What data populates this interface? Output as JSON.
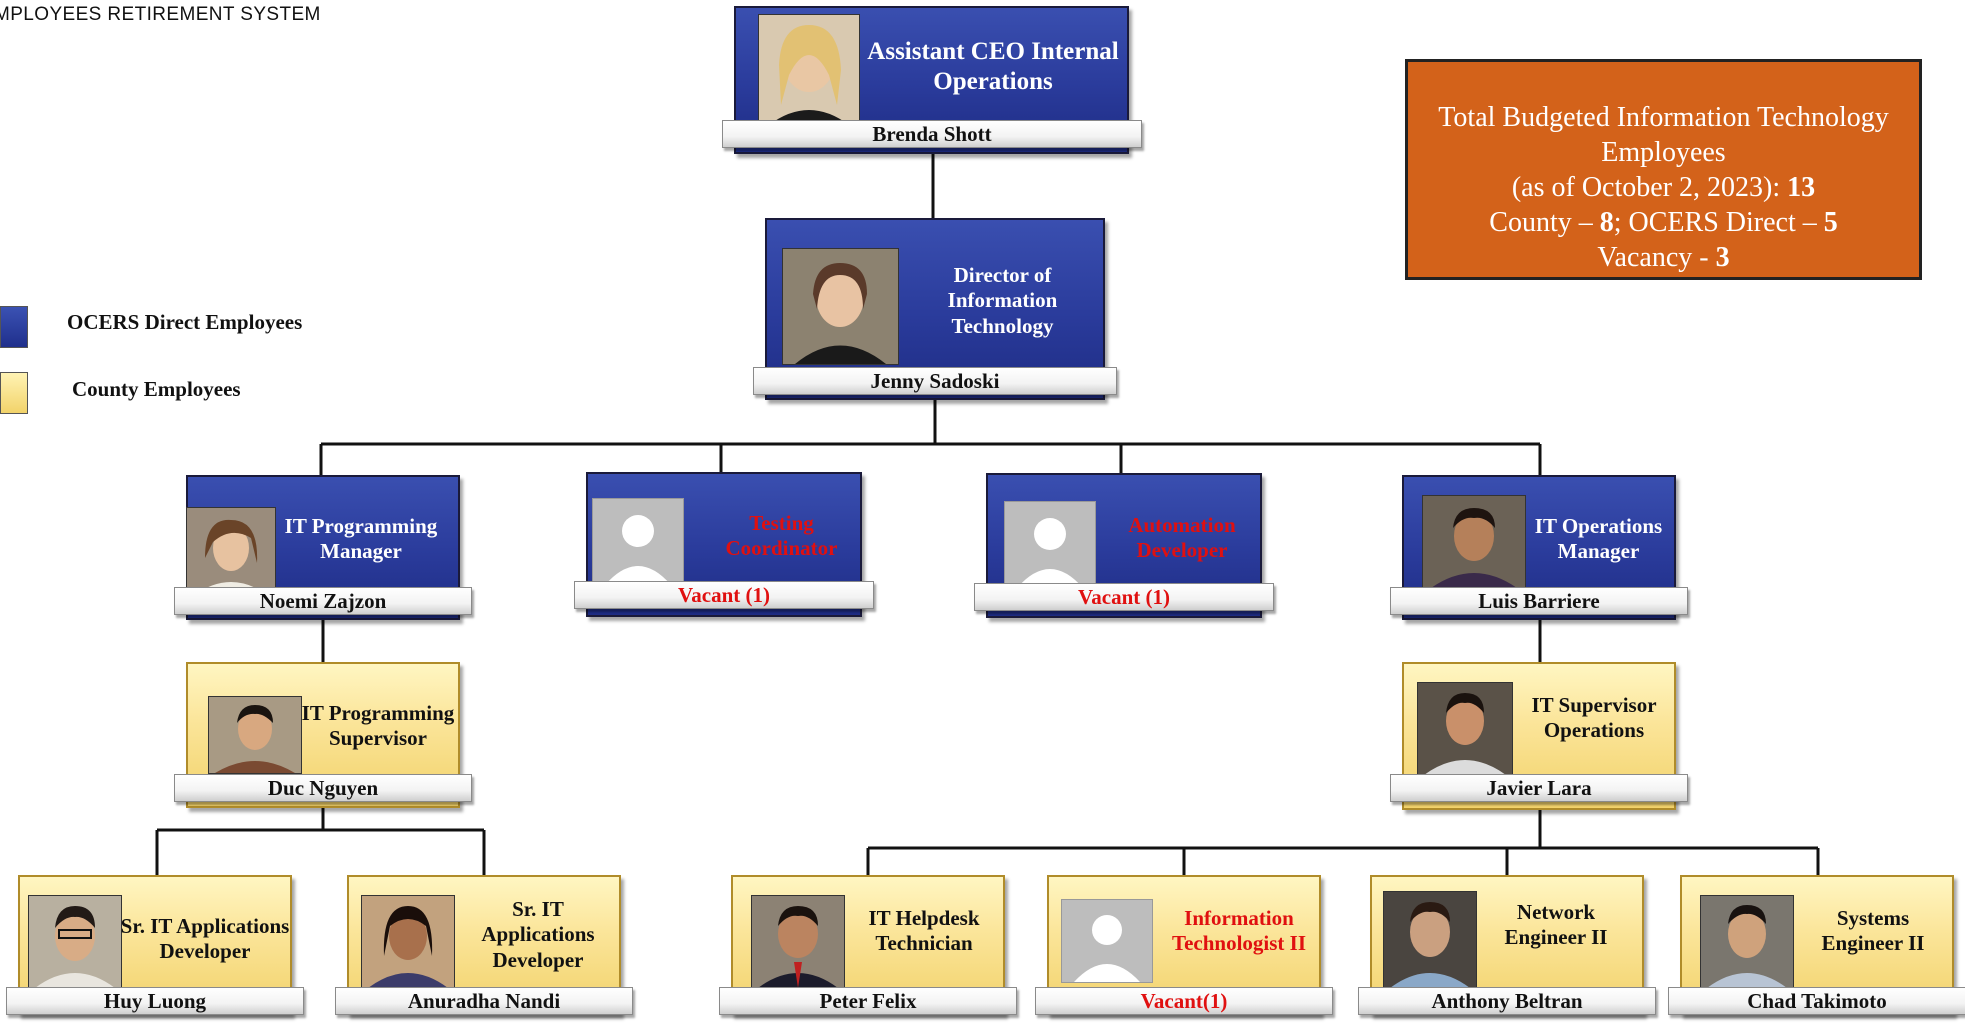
{
  "header": {
    "text": "MPLOYEES RETIREMENT SYSTEM"
  },
  "legend": [
    {
      "label": "OCERS Direct Employees",
      "color": "#2a3b9b"
    },
    {
      "label": "County Employees",
      "color": "#f7dd82"
    }
  ],
  "summary": {
    "line1": "Total Budgeted Information Technology Employees",
    "line2_prefix": "(as of October 2, 2023): ",
    "total": "13",
    "county_prefix": "County – ",
    "county": "8",
    "ocers_prefix": "; OCERS Direct – ",
    "ocers": "5",
    "vacancy_prefix": "Vacancy - ",
    "vacancy": "3"
  },
  "colors": {
    "ocers_direct": "#2a3b9b",
    "county": "#f7dd82",
    "vacant_text": "#e01010",
    "summary_bg": "#d3621a"
  },
  "positions": {
    "assistant_ceo": {
      "title": "Assistant CEO Internal Operations",
      "name": "Brenda Shott",
      "group": "ocers_direct"
    },
    "director_it": {
      "title": "Director of Information Technology",
      "name": "Jenny Sadoski",
      "group": "ocers_direct"
    },
    "it_programming_manager": {
      "title": "IT Programming Manager",
      "name": "Noemi Zajzon",
      "group": "ocers_direct"
    },
    "testing_coordinator": {
      "title": "Testing Coordinator",
      "name": "Vacant (1)",
      "group": "ocers_direct",
      "vacant": true
    },
    "automation_developer": {
      "title": "Automation Developer",
      "name": "Vacant (1)",
      "group": "ocers_direct",
      "vacant": true
    },
    "it_operations_manager": {
      "title": "IT Operations Manager",
      "name": "Luis Barriere",
      "group": "ocers_direct"
    },
    "it_programming_supervisor": {
      "title": "IT Programming Supervisor",
      "name": "Duc Nguyen",
      "group": "county"
    },
    "it_supervisor_operations": {
      "title": "IT Supervisor Operations",
      "name": "Javier Lara",
      "group": "county"
    },
    "sr_dev_1": {
      "title": "Sr. IT Applications Developer",
      "name": "Huy Luong",
      "group": "county"
    },
    "sr_dev_2": {
      "title": "Sr. IT Applications Developer",
      "name": "Anuradha Nandi",
      "group": "county"
    },
    "helpdesk": {
      "title": "IT Helpdesk Technician",
      "name": "Peter Felix",
      "group": "county"
    },
    "info_tech_2": {
      "title": "Information Technologist II",
      "name": "Vacant(1)",
      "group": "county",
      "vacant": true
    },
    "network_eng": {
      "title": "Network Engineer II",
      "name": "Anthony Beltran",
      "group": "county"
    },
    "systems_eng": {
      "title": "Systems Engineer II",
      "name": "Chad Takimoto",
      "group": "county"
    }
  }
}
